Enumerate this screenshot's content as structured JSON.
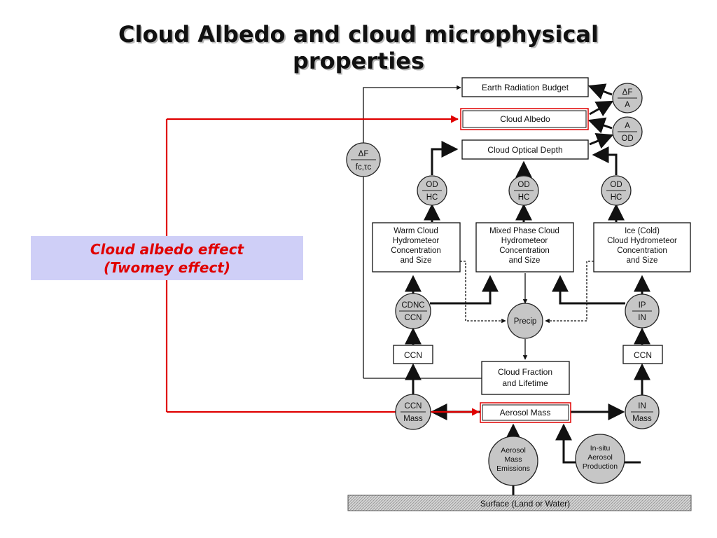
{
  "title": {
    "line1": "Cloud Albedo and cloud microphysical",
    "line2": "properties"
  },
  "callout": {
    "line1": "Cloud albedo effect",
    "line2": "(Twomey effect)"
  },
  "colors": {
    "highlight_red": "#e00000",
    "callout_bg": "#cfcff7",
    "circle_fill": "#c6c6c6"
  },
  "diagram": {
    "boxes": {
      "earth_radiation_budget": "Earth Radiation Budget",
      "cloud_albedo": "Cloud Albedo",
      "cloud_optical_depth": "Cloud Optical Depth",
      "warm_cloud": [
        "Warm Cloud",
        "Hydrometeor",
        "Concentration",
        "and Size"
      ],
      "mixed_phase": [
        "Mixed Phase Cloud",
        "Hydrometeor",
        "Concentration",
        "and Size"
      ],
      "ice_cloud": [
        "Ice (Cold)",
        "Cloud Hydrometeor",
        "Concentration",
        "and Size"
      ],
      "ccn_left": "CCN",
      "ccn_right": "CCN",
      "cloud_fraction": [
        "Cloud Fraction",
        "and Lifetime"
      ],
      "aerosol_mass": "Aerosol Mass",
      "surface": "Surface (Land or Water)"
    },
    "circles": {
      "df_a": [
        "ΔF",
        "A"
      ],
      "a_od": [
        "A",
        "OD"
      ],
      "df_fc": [
        "ΔF",
        "fc,τc"
      ],
      "od_hc_left": [
        "OD",
        "HC"
      ],
      "od_hc_mid": [
        "OD",
        "HC"
      ],
      "od_hc_right": [
        "OD",
        "HC"
      ],
      "cdnc_ccn": [
        "CDNC",
        "CCN"
      ],
      "precip": "Precip",
      "ip_in": [
        "IP",
        "IN"
      ],
      "ccn_mass": [
        "CCN",
        "Mass"
      ],
      "in_mass": [
        "IN",
        "Mass"
      ],
      "aerosol_emissions": [
        "Aerosol",
        "Mass",
        "Emissions"
      ],
      "insitu_production": [
        "In-situ",
        "Aerosol",
        "Production"
      ]
    }
  }
}
